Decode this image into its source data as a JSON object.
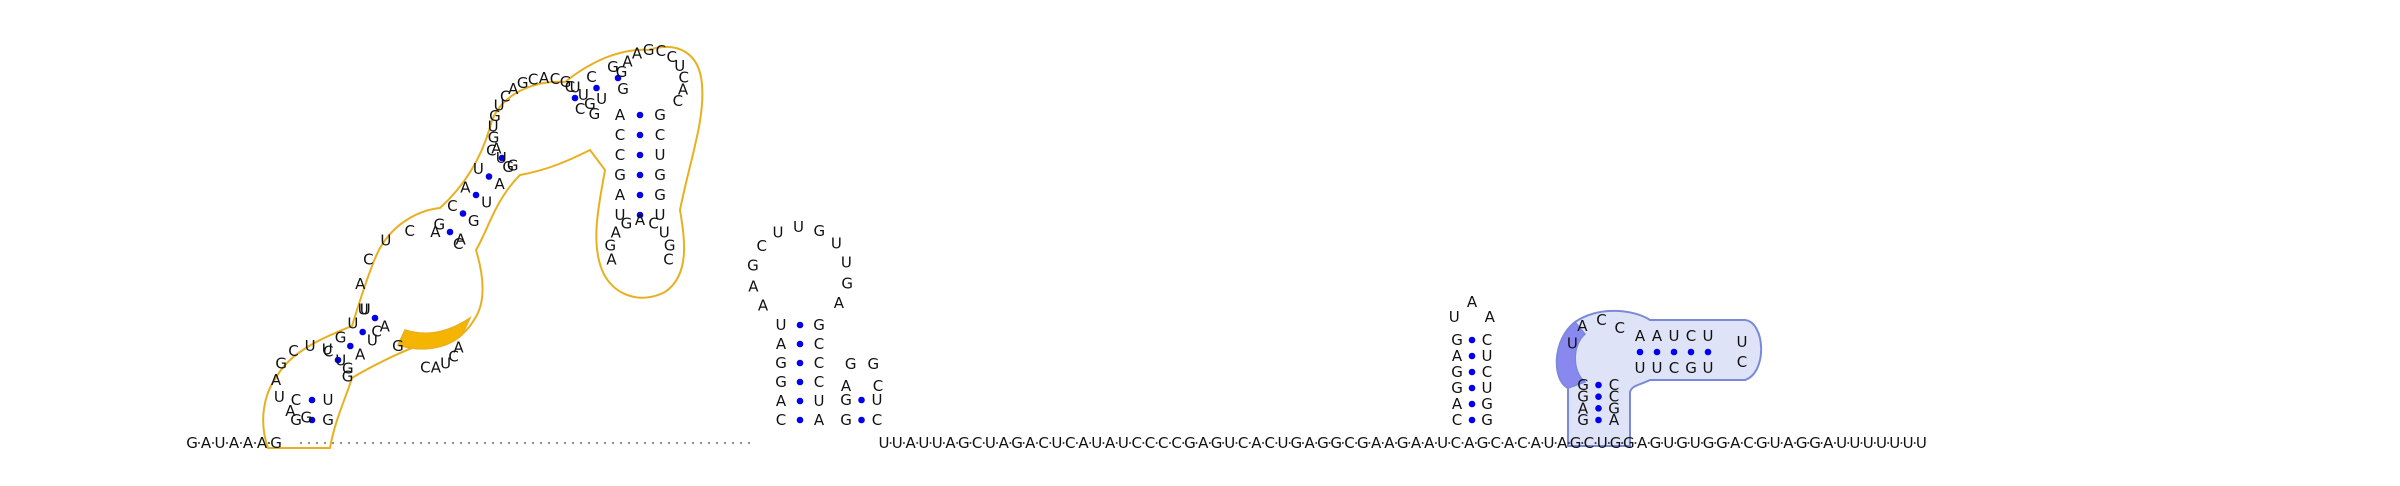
{
  "backbone": {
    "left_prefix": "GAUAAAG",
    "right_suffix": "UUAUUAGCUAGACUCAUAUCCCCGAGUCACUGAGGCGAAGAAUCAGCACAUAGCUGGAGUGUGGACGUAGGAUUUUUUU"
  },
  "hairpin1": {
    "stem5": "CAGGAU",
    "loop": "AAGCUUGUUGA",
    "stem3": "GCCCUA"
  },
  "hairpin2": {
    "stem5": "GG",
    "loop": "AGGC",
    "stem3": "UCC"
  },
  "hairpin3": {
    "stem5": "CAGGAG",
    "loop": "UAA",
    "stem3": "CUCUGG"
  },
  "hairpin4": {
    "stem5": "GAGG",
    "loop": "UACC",
    "stem3": "CCGAAAUCUUUCGUCCU"
  },
  "multiloop_labels": {
    "helix_a": "GAUAGCUUUG",
    "loop_a": "GCUACUCAC",
    "helix_b": "GUAGUGUCAGCACGUUGG",
    "loop_b": "GAAGCCUCACAGAGACUGCCUGGUUGGUCGA",
    "highlight": "ACUAC"
  },
  "colors": {
    "base_text": "#111111",
    "pair_dot": "#0000ee",
    "highlight_orange_stroke": "#e8b020",
    "highlight_orange_fill": "#f4b400",
    "highlight_blue_stroke": "#7b8ad8",
    "highlight_blue_fill": "#dfe3f7",
    "highlight_blue_dark": "#8888ee"
  }
}
